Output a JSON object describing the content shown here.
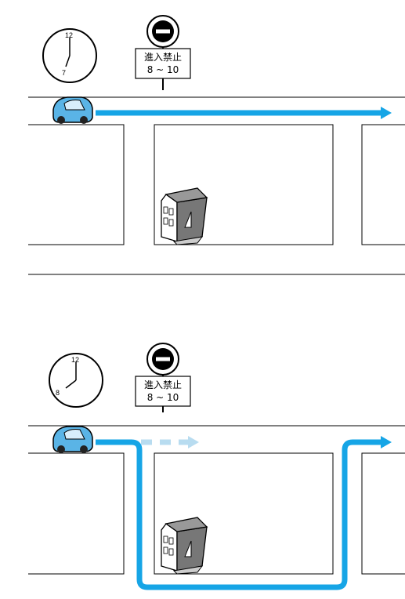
{
  "colors": {
    "route": "#16a5e6",
    "route_blocked": "#b8dcf0",
    "car_body": "#5ab4e6",
    "building": "#777777",
    "line": "#000000"
  },
  "icons": [
    "clock-icon",
    "no-entry-sign-icon",
    "car-icon",
    "school-building-icon"
  ],
  "scenes": [
    {
      "clock": {
        "top_numeral": "12",
        "bottom_numeral": "7"
      },
      "sign": {
        "line1": "進入禁止",
        "line2": "8 ~ 10"
      }
    },
    {
      "clock": {
        "top_numeral": "12",
        "side_numeral": "8"
      },
      "sign": {
        "line1": "進入禁止",
        "line2": "8 ~ 10"
      }
    }
  ]
}
